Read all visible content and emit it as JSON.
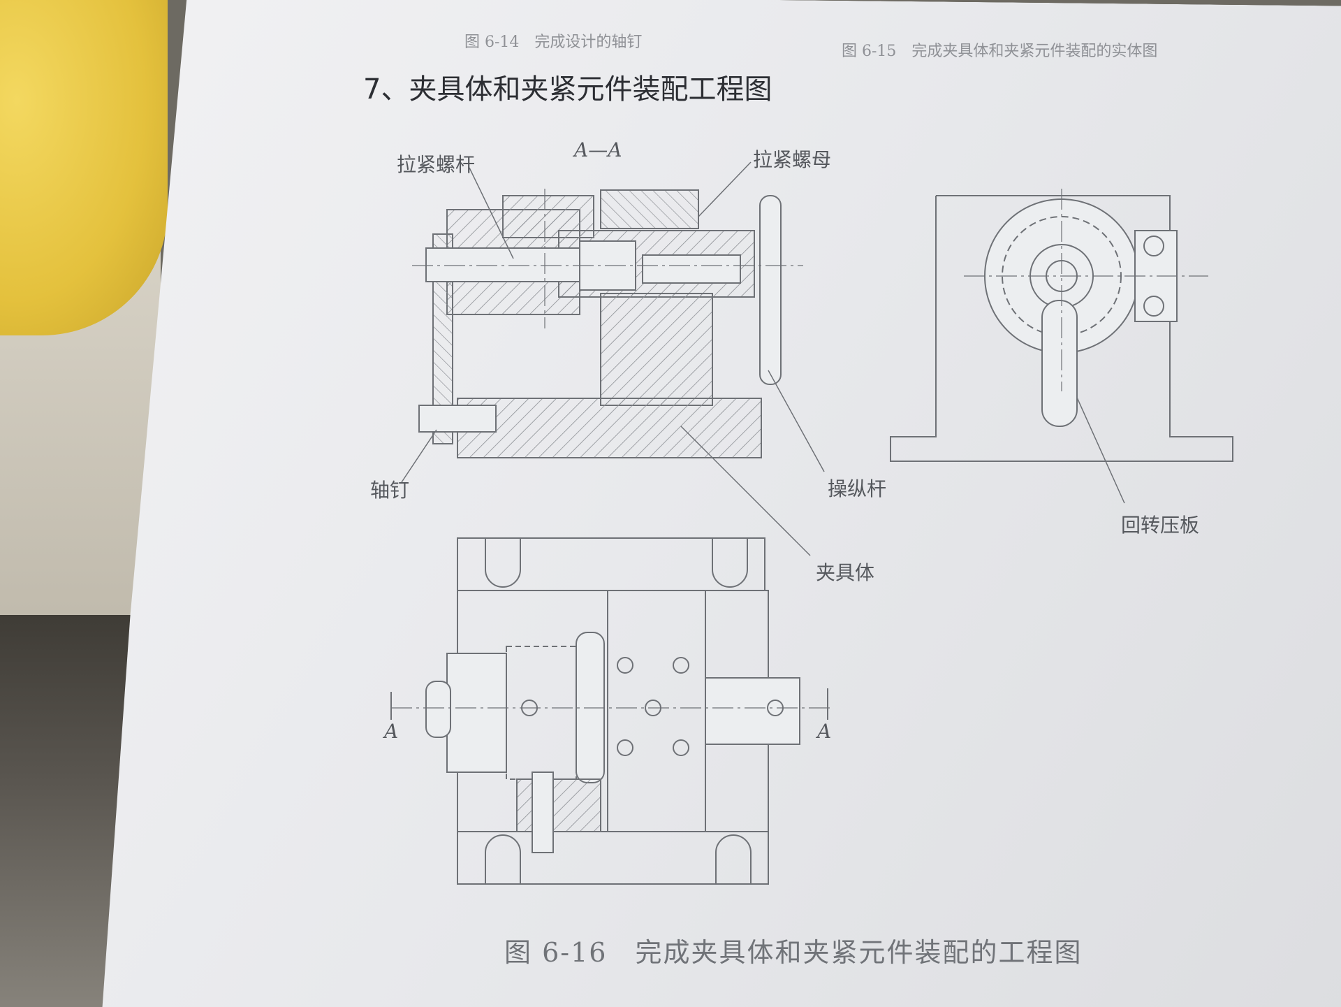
{
  "top_captions": {
    "left": "图 6-14　完成设计的轴钉",
    "right": "图 6-15　完成夹具体和夹紧元件装配的实体图"
  },
  "section": {
    "title": "7、夹具体和夹紧元件装配工程图"
  },
  "labels": {
    "section_view": "A—A",
    "tension_bolt": "拉紧螺杆",
    "tension_nut": "拉紧螺母",
    "pivot_pin": "轴钉",
    "lever": "操纵杆",
    "fixture_body": "夹具体",
    "rotary_plate": "回转压板",
    "a_left": "A",
    "a_right": "A"
  },
  "figure_caption": "图 6-16　完成夹具体和夹紧元件装配的工程图"
}
